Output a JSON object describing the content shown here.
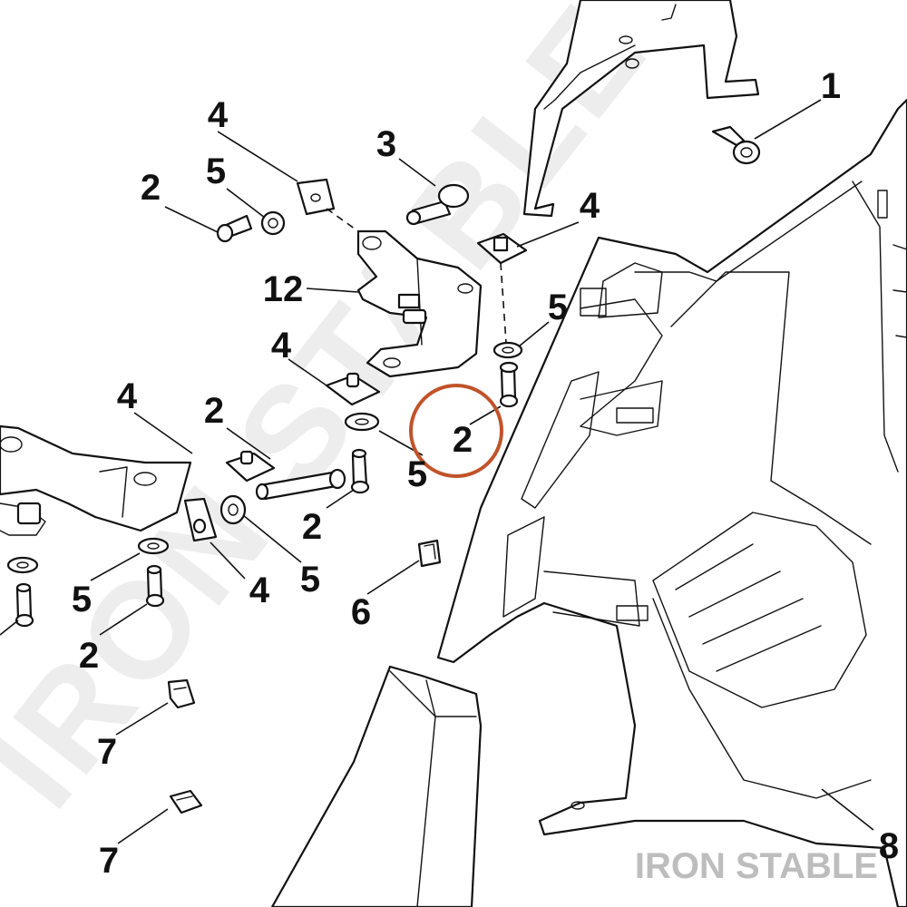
{
  "diagram": {
    "watermark": "IRON STABLE",
    "brand_label": "IRON STABLE",
    "highlight_color": "#c0532a",
    "highlighted_callout": "2",
    "callouts": [
      {
        "id": "c1",
        "label": "1"
      },
      {
        "id": "c2a",
        "label": "2"
      },
      {
        "id": "c3",
        "label": "3"
      },
      {
        "id": "c4a",
        "label": "4"
      },
      {
        "id": "c5a",
        "label": "5"
      },
      {
        "id": "c4b",
        "label": "4"
      },
      {
        "id": "c12",
        "label": "12"
      },
      {
        "id": "c5b",
        "label": "5"
      },
      {
        "id": "c4c",
        "label": "4"
      },
      {
        "id": "c2b",
        "label": "2"
      },
      {
        "id": "c4d",
        "label": "4"
      },
      {
        "id": "c2c",
        "label": "2"
      },
      {
        "id": "c5c",
        "label": "5"
      },
      {
        "id": "c2d",
        "label": "2"
      },
      {
        "id": "c5d",
        "label": "5"
      },
      {
        "id": "c4e",
        "label": "4"
      },
      {
        "id": "c5e",
        "label": "5"
      },
      {
        "id": "c2e",
        "label": "2"
      },
      {
        "id": "c6",
        "label": "6"
      },
      {
        "id": "c7a",
        "label": "7"
      },
      {
        "id": "c7b",
        "label": "7"
      },
      {
        "id": "c8",
        "label": "8"
      }
    ]
  }
}
